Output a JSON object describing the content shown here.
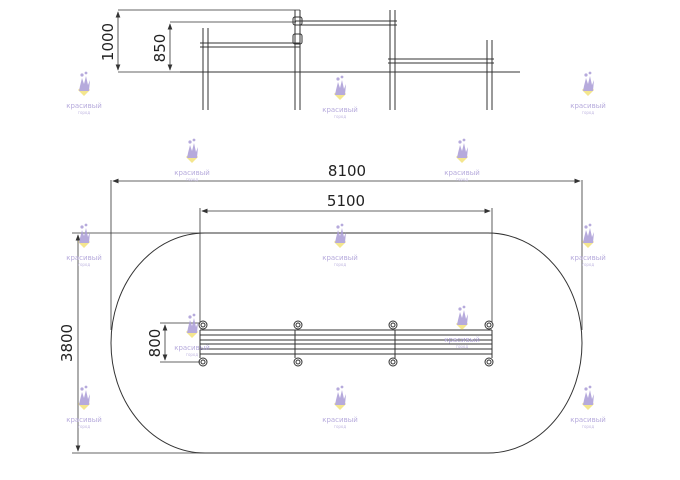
{
  "dimensions": {
    "height_tall": "1000",
    "height_mid": "850",
    "total_length": "8100",
    "bar_length": "5100",
    "total_width": "3800",
    "bar_width": "800"
  },
  "watermark": {
    "line1": "красивый",
    "line2": "город"
  },
  "colors": {
    "line": "#333333",
    "watermark": "#a99bd6",
    "watermark_accent": "#f2e27a"
  }
}
